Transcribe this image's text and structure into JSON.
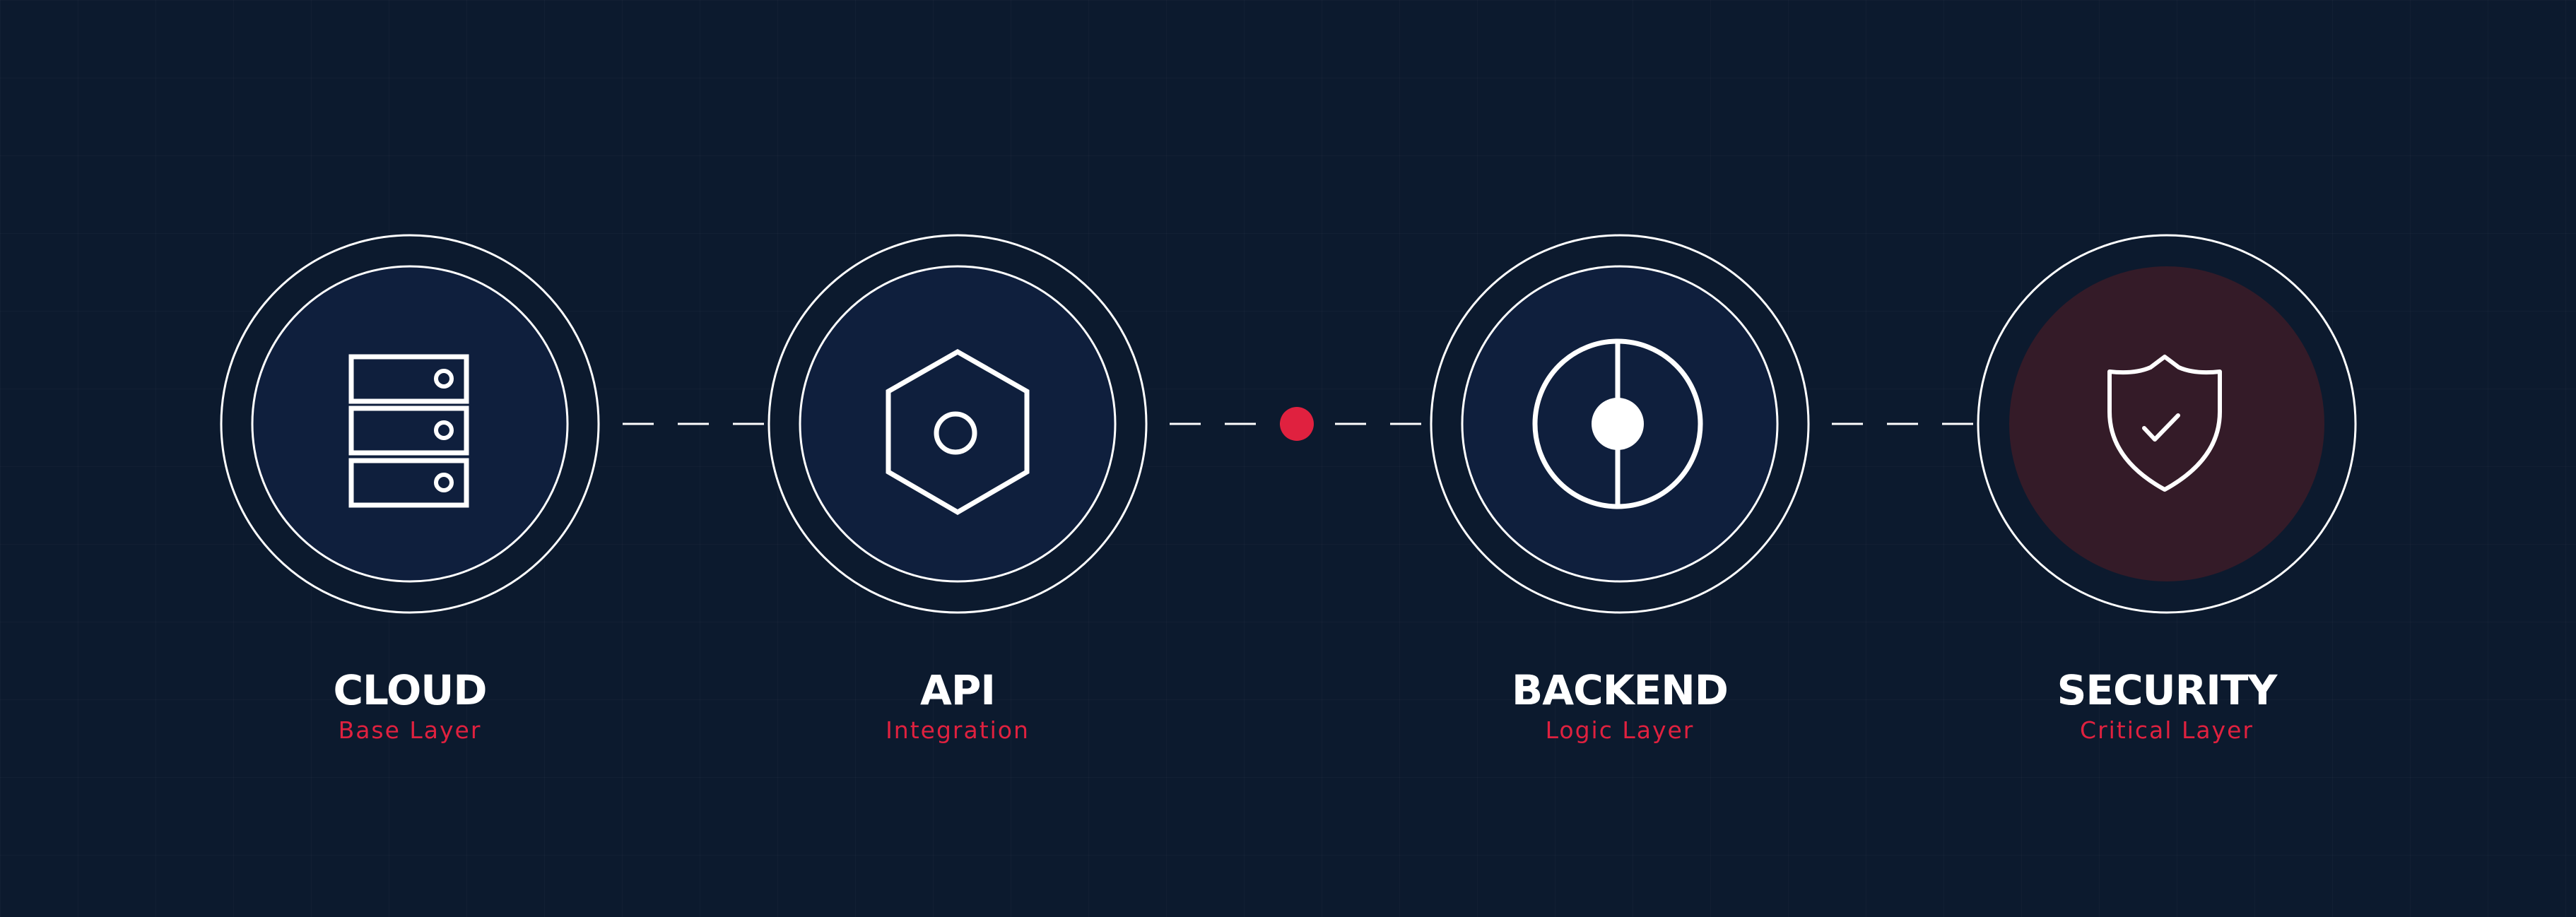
{
  "nodes": [
    {
      "id": "cloud",
      "title": "CLOUD",
      "subtitle": "Base Layer",
      "icon": "server-icon"
    },
    {
      "id": "api",
      "title": "API",
      "subtitle": "Integration",
      "icon": "hexagon-nut-icon"
    },
    {
      "id": "backend",
      "title": "BACKEND",
      "subtitle": "Logic Layer",
      "icon": "core-icon"
    },
    {
      "id": "security",
      "title": "SECURITY",
      "subtitle": "Critical Layer",
      "icon": "shield-check-icon"
    }
  ],
  "colors": {
    "background": "#0c1a2e",
    "node_fill": "#0f1f3d",
    "critical_fill": "#341b28",
    "accent": "#e0213f",
    "stroke": "#ffffff"
  }
}
